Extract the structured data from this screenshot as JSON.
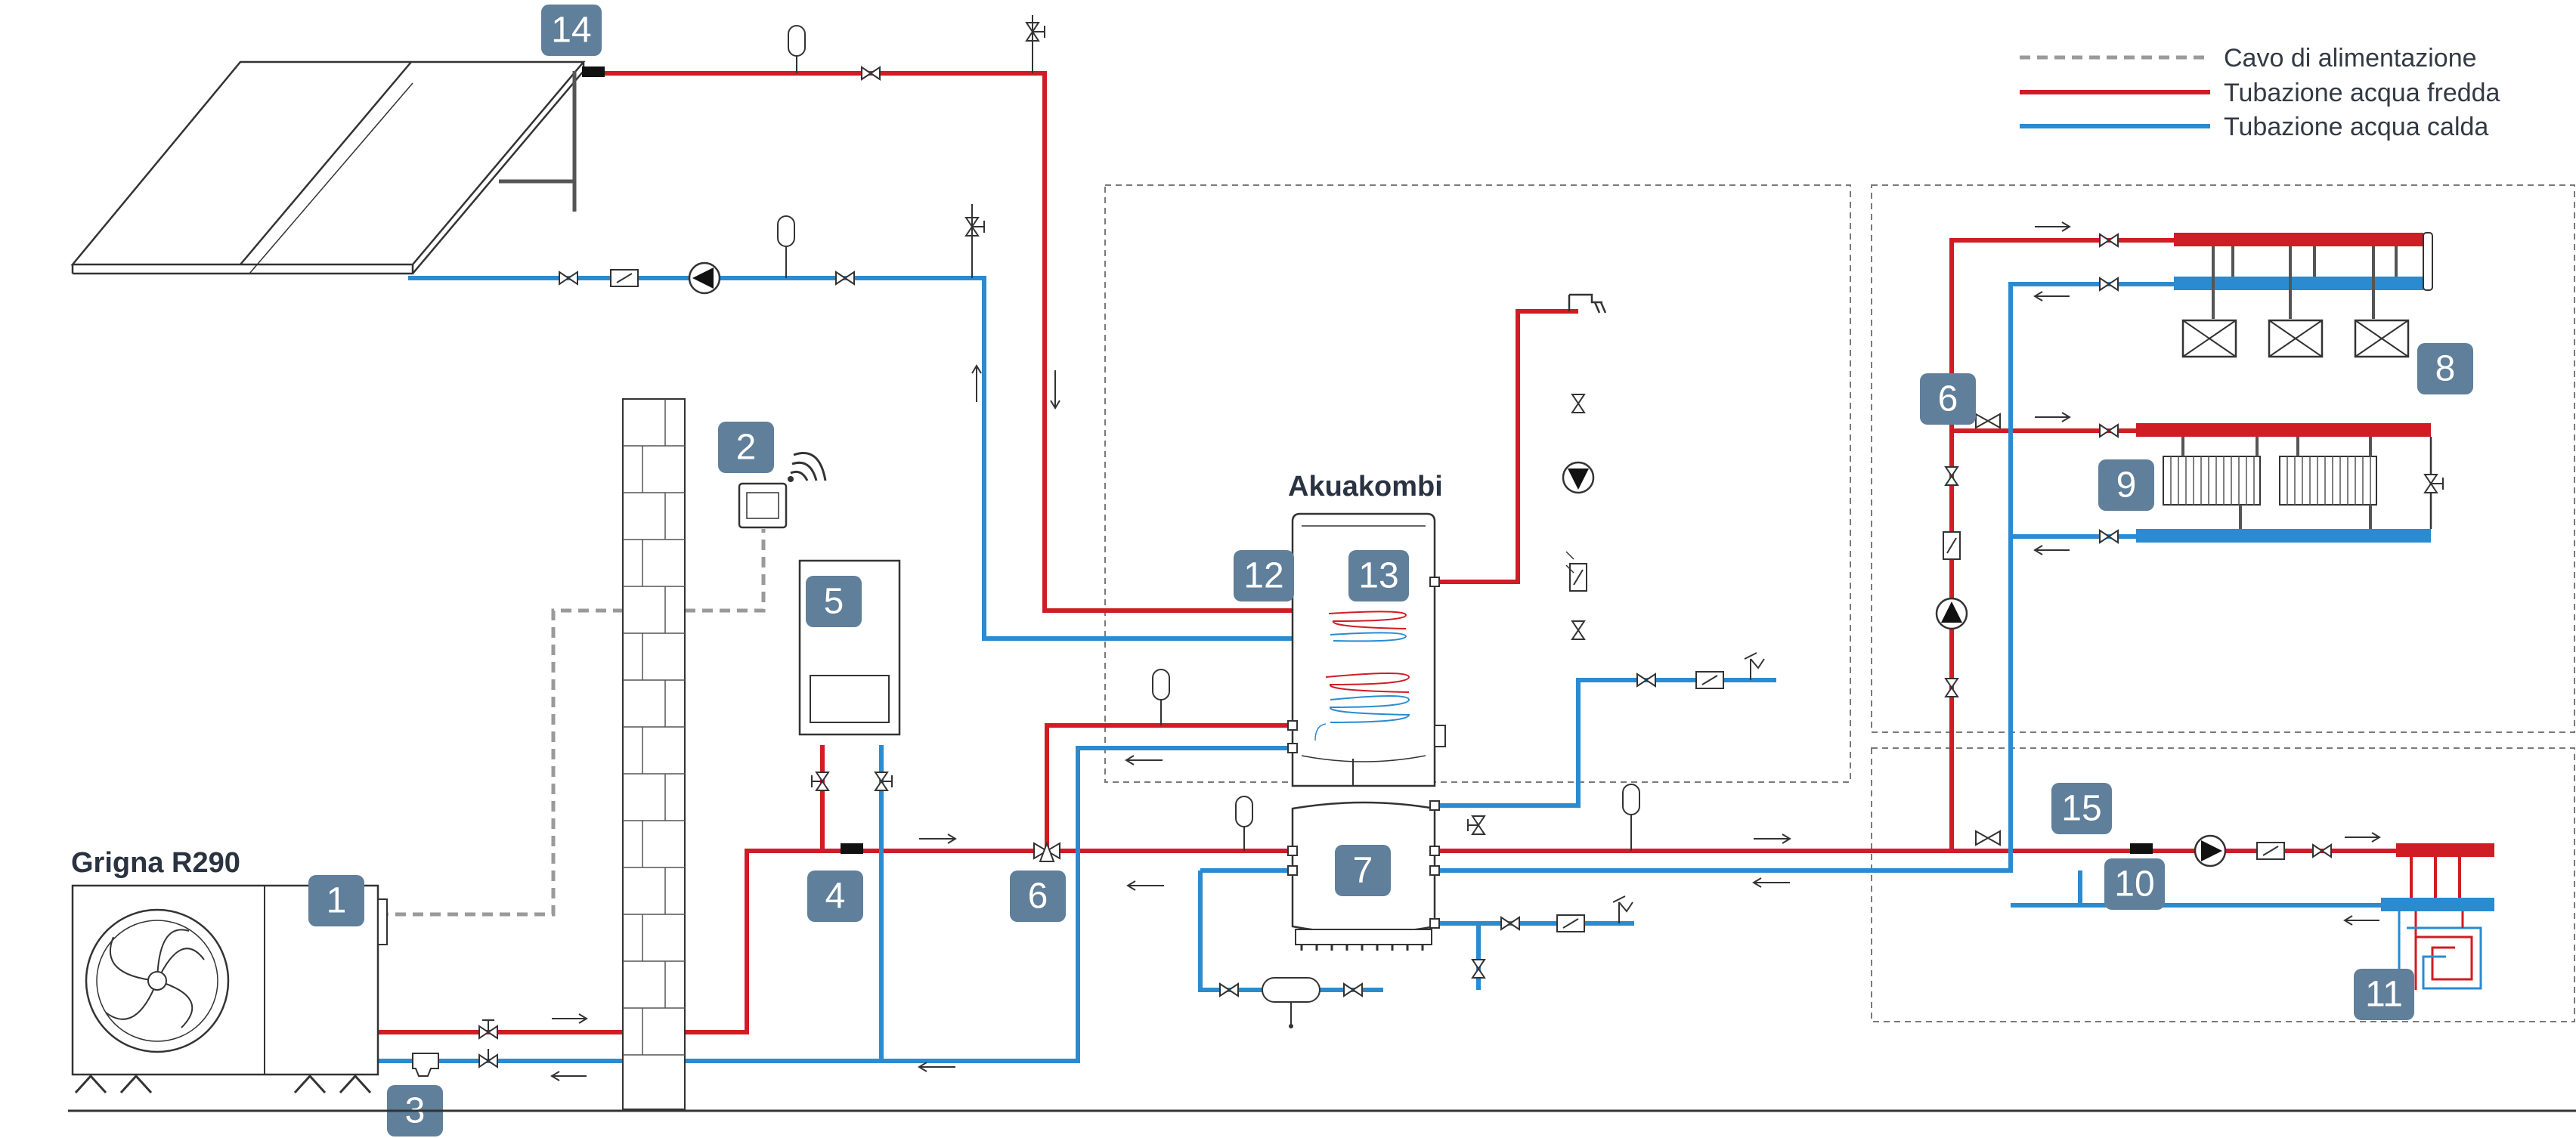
{
  "legend": {
    "items": [
      {
        "label": "Cavo di alimentazione",
        "style": "dashed-grey"
      },
      {
        "label": "Tubazione acqua fredda",
        "style": "red"
      },
      {
        "label": "Tubazione acqua calda",
        "style": "blue"
      }
    ]
  },
  "titles": {
    "heat_pump": "Grigna R290",
    "tank": "Akuakombi"
  },
  "badges": {
    "b1": "1",
    "b2": "2",
    "b3": "3",
    "b4": "4",
    "b5": "5",
    "b6a": "6",
    "b6b": "6",
    "b7": "7",
    "b8": "8",
    "b9": "9",
    "b10": "10",
    "b11": "11",
    "b12": "12",
    "b13": "13",
    "b14": "14",
    "b15": "15"
  },
  "colors": {
    "hot_pipe": "#d01c24",
    "cold_pipe": "#2a8bd0",
    "cable": "#9a9a9a",
    "badge": "#5f7f9a"
  }
}
